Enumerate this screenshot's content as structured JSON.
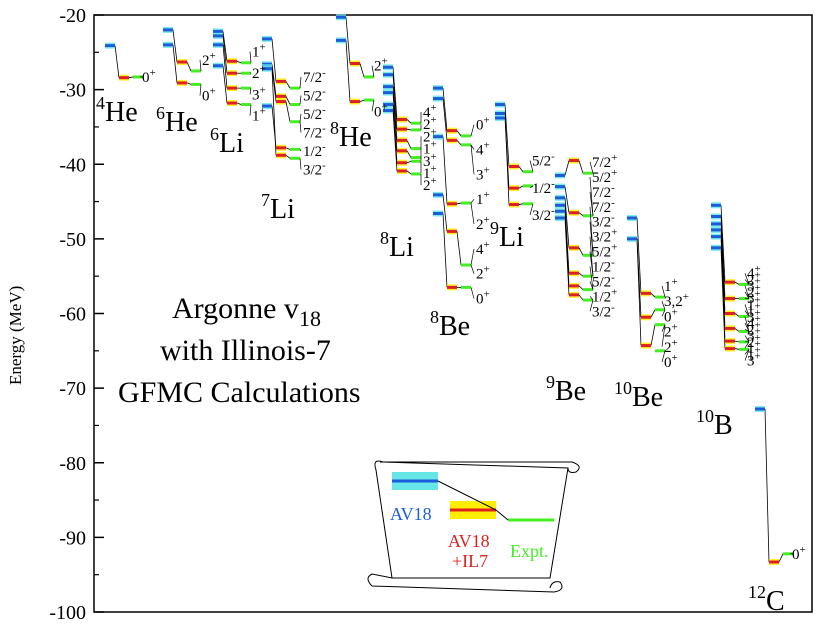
{
  "colors": {
    "av18": "#1a5cdc",
    "av18_band": "#66e6e6",
    "il7": "#e02020",
    "il7_band": "#ffee00",
    "expt": "#44ee22",
    "violet": "#b070e0",
    "axis": "#000000"
  },
  "chart_data": {
    "type": "level-scheme",
    "ylabel": "Energy (MeV)",
    "ylim": [
      -100,
      -20
    ],
    "yticks": [
      -20,
      -30,
      -40,
      -50,
      -60,
      -70,
      -80,
      -90,
      -100
    ],
    "yticklabels": [
      "-20",
      "-30",
      "-40",
      "-50",
      "-60",
      "-70",
      "-80",
      "-90",
      "-100"
    ],
    "title_lines": [
      "Argonne v",
      "with Illinois-7",
      "GFMC Calculations"
    ],
    "title_subscript": "18",
    "legend": {
      "av18": "AV18",
      "il7_line1": "AV18",
      "il7_line2": "+IL7",
      "expt": "Expt."
    },
    "nuclei": [
      {
        "mass": "4",
        "symbol": "He",
        "av18": [
          -24.1
        ],
        "il7": [
          -28.4
        ],
        "expt": [
          -28.3
        ],
        "labels": [
          "0+"
        ]
      },
      {
        "mass": "6",
        "symbol": "He",
        "av18": [
          -22.0,
          -24.0
        ],
        "il7": [
          -26.3,
          -29.1
        ],
        "expt": [
          -27.5,
          -29.3
        ],
        "labels": [
          "2+",
          "0+"
        ]
      },
      {
        "mass": "6",
        "symbol": "Li",
        "av18": [
          -22.2,
          -22.8,
          -24.0,
          -26.8
        ],
        "il7": [
          -26.2,
          -27.8,
          -29.8,
          -31.8
        ],
        "expt": [
          -26.4,
          -27.8,
          -29.8,
          -32.0
        ],
        "labels": [
          "1+",
          "2+",
          "3+",
          "1+"
        ]
      },
      {
        "mass": "7",
        "symbol": "Li",
        "av18": [
          -23.2,
          -26.6,
          -27.0,
          -32.2,
          -27.2
        ],
        "il7": [
          -28.9,
          -30.9,
          -31.6,
          -37.8,
          -38.8
        ],
        "expt": [
          -29.8,
          -32.0,
          -34.3,
          -38.0,
          -39.2
        ],
        "labels": [
          "7/2-",
          "5/2-",
          "5/2-",
          "7/2-",
          "1/2-",
          "3/2-"
        ]
      },
      {
        "mass": "8",
        "symbol": "He",
        "av18": [
          -20.3,
          -23.4
        ],
        "il7": [
          -26.5,
          -31.6
        ],
        "expt": [
          -28.3,
          -31.4
        ],
        "labels": [
          "2+",
          "0+"
        ]
      },
      {
        "mass": "8",
        "symbol": "Li",
        "av18": [
          -27.0,
          -28.0,
          -29.6,
          -30.4,
          -32.0,
          -32.8
        ],
        "il7": [
          -34.0,
          -35.3,
          -36.8,
          -38.2,
          -39.8,
          -40.9
        ],
        "expt": [
          -34.5,
          -35.4,
          -37.9,
          -39.1,
          -39.6,
          -41.3
        ],
        "labels": [
          "4+",
          "2+",
          "2+",
          "1+",
          "3+",
          "1+",
          "2+"
        ]
      },
      {
        "mass": "8",
        "symbol": "Be",
        "av18": [
          -29.8,
          -31.2,
          -36.3,
          -44.1,
          -46.6
        ],
        "il7": [
          -35.5,
          -36.8,
          -45.3,
          -49.0,
          -56.5
        ],
        "expt": [
          -36.2,
          -37.4,
          -45.2,
          -53.5,
          -56.5
        ],
        "labels": [
          "0+",
          "4+",
          "3+",
          "1+",
          "2+",
          "4+",
          "2+",
          "0+"
        ]
      },
      {
        "mass": "9",
        "symbol": "Li",
        "av18": [
          -32.0,
          -33.8,
          -33.2
        ],
        "il7": [
          -40.3,
          -43.2,
          -45.4
        ],
        "expt": [
          -41.0,
          -42.9,
          -45.3
        ],
        "labels": [
          "5/2-",
          "1/2-",
          "3/2-"
        ]
      },
      {
        "mass": "9",
        "symbol": "Be",
        "av18": [
          -41.5,
          -43.0,
          -44.5,
          -45.5,
          -46.3,
          -47.2
        ],
        "il7": [
          -39.5,
          -46.5,
          -51.2,
          -54.6,
          -56.3,
          -57.5
        ],
        "expt": [
          -41.2,
          -46.9,
          -52.2,
          -55.0,
          -56.8,
          -58.2
        ],
        "labels": [
          "7/2+",
          "5/2+",
          "7/2-",
          "7/2-",
          "3/2-",
          "3/2+",
          "5/2+",
          "1/2-",
          "5/2-",
          "1/2+",
          "3/2-"
        ]
      },
      {
        "mass": "10",
        "symbol": "Be",
        "av18": [
          -47.2,
          -50.0
        ],
        "il7": [
          -57.3,
          -60.5,
          -64.3
        ],
        "expt": [
          -57.8,
          -59.5,
          -61.5,
          -65.0
        ],
        "labels": [
          "1+",
          "3,2+",
          "0+",
          "2+",
          "2+",
          "0+"
        ]
      },
      {
        "mass": "10",
        "symbol": "B",
        "av18": [
          -45.5,
          -47.0,
          -48.0,
          -48.8,
          -49.7,
          -51.2
        ],
        "il7": [
          -55.8,
          -58.0,
          -60.0,
          -62.0,
          -63.7,
          -64.7
        ],
        "expt": [
          -56.1,
          -58.0,
          -60.4,
          -62.4,
          -63.8,
          -64.8
        ],
        "labels": [
          "4+",
          "2+",
          "3+",
          "2+",
          "3+",
          "1+",
          "1+",
          "3+",
          "4+",
          "2+",
          "3+",
          "2+",
          "1+",
          "1+",
          "3+"
        ]
      },
      {
        "mass": "12",
        "symbol": "C",
        "av18": [
          -72.8
        ],
        "il7": [
          -93.3
        ],
        "expt": [
          -92.2
        ],
        "labels": [
          "0+"
        ]
      }
    ]
  }
}
